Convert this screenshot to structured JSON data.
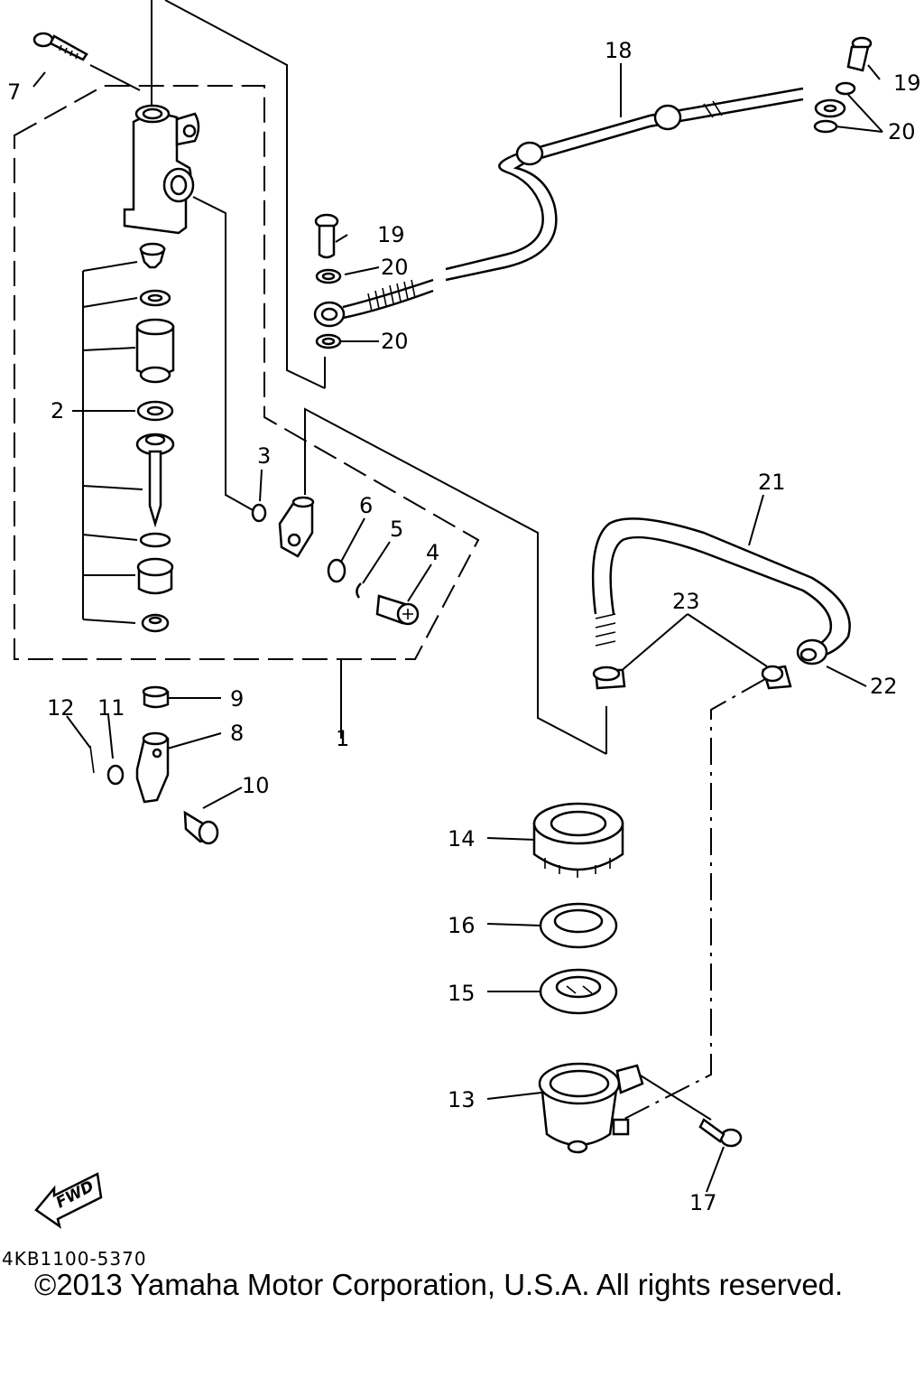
{
  "labels": {
    "p1": "1",
    "p2": "2",
    "p3": "3",
    "p4": "4",
    "p5": "5",
    "p6": "6",
    "p7": "7",
    "p8": "8",
    "p9": "9",
    "p10": "10",
    "p11": "11",
    "p12": "12",
    "p13": "13",
    "p14": "14",
    "p15": "15",
    "p16": "16",
    "p17": "17",
    "p18": "18",
    "p19a": "19",
    "p19b": "19",
    "p20a": "20",
    "p20b": "20",
    "p20c": "20",
    "p21": "21",
    "p22": "22",
    "p23": "23"
  },
  "fwd_label": "FWD",
  "code": "4KB1100-5370",
  "copyright": "©2013 Yamaha Motor Corporation, U.S.A. All rights reserved."
}
